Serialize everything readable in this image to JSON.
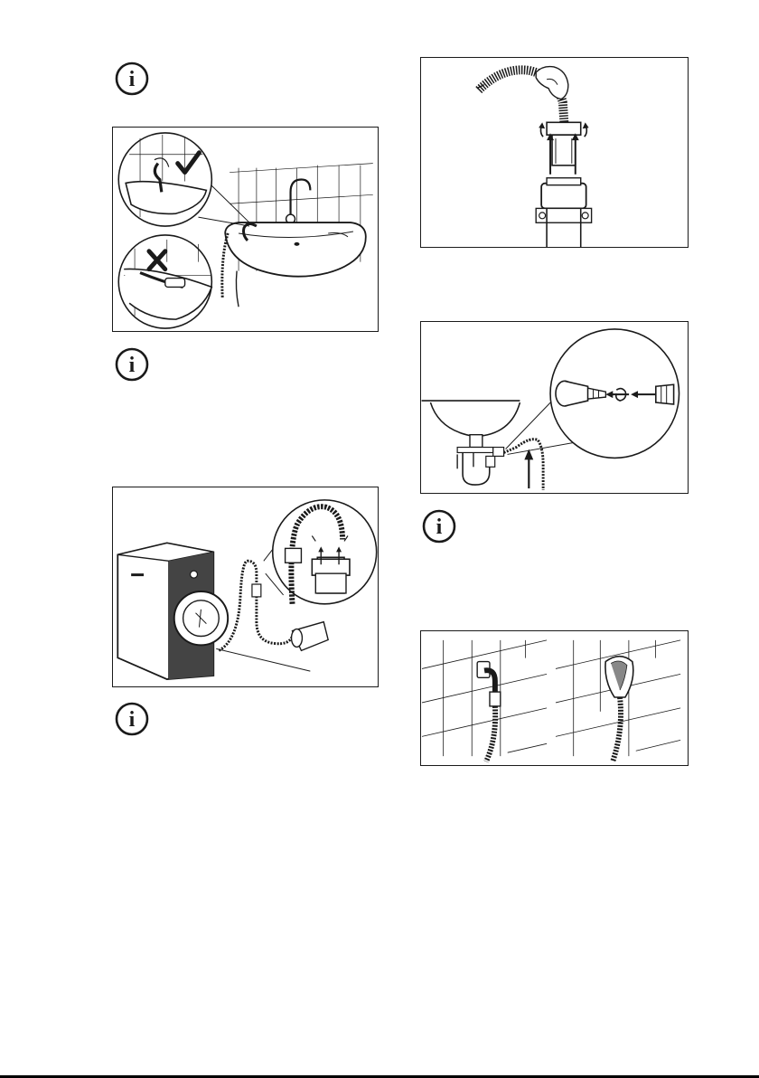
{
  "page": {
    "info_icons": [
      {
        "id": "info-1",
        "glyph": "i"
      },
      {
        "id": "info-2",
        "glyph": "i"
      },
      {
        "id": "info-3",
        "glyph": "i"
      },
      {
        "id": "info-4",
        "glyph": "i"
      }
    ],
    "figures": [
      {
        "id": "fig-sink-hose-hook",
        "icons": [
          "check-icon",
          "cross-icon"
        ]
      },
      {
        "id": "fig-standpipe-hose"
      },
      {
        "id": "fig-machine-standpipe"
      },
      {
        "id": "fig-sink-trap-connection"
      },
      {
        "id": "fig-wall-drain"
      }
    ],
    "colors": {
      "line": "#1a1a1a",
      "background": "#ffffff"
    }
  }
}
